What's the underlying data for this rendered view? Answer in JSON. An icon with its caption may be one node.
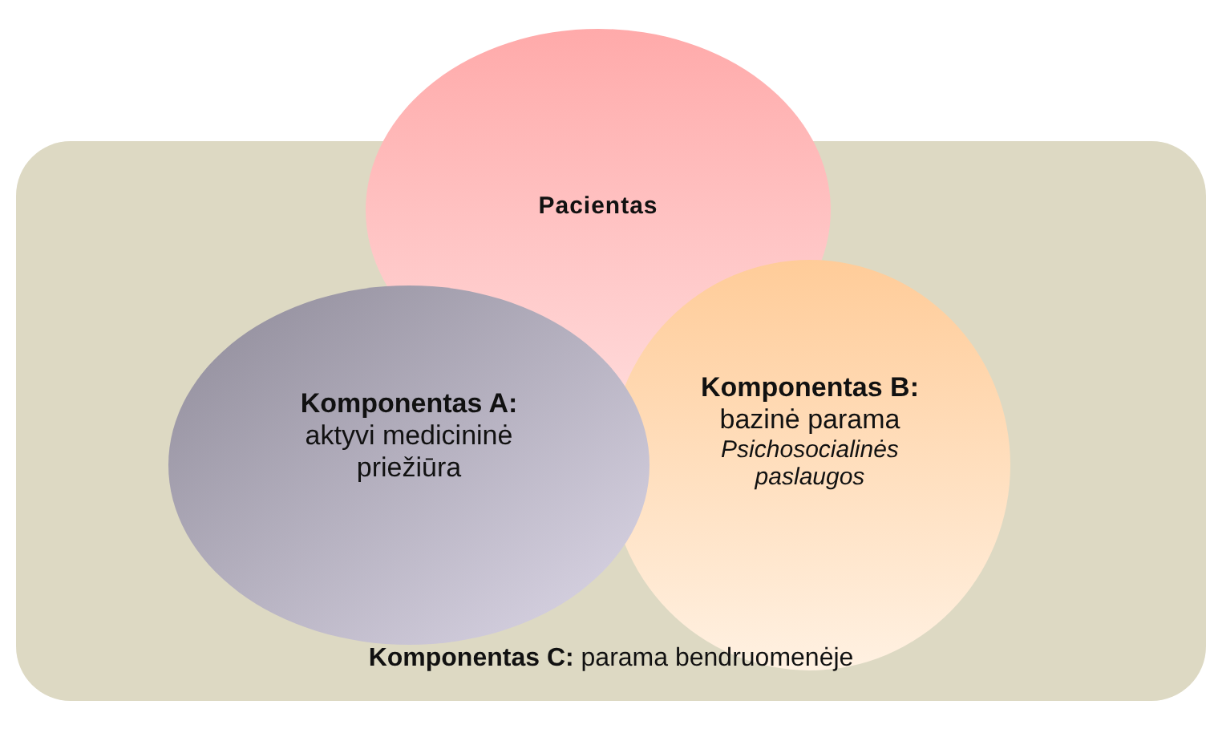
{
  "diagram": {
    "nodes": [
      {
        "text": [
          "**Komponentas C:** parama bendruomenėje"
        ]
      },
      {
        "text": [
          "Pacientas"
        ]
      },
      {
        "text": [
          "Komponentas A:",
          "aktyvi medicininė priežiūra"
        ],
        "in": 0
      },
      {
        "text": [
          "Komponentas B:",
          "bazinė parama",
          "Psichosocialinės paslaugos"
        ],
        "in": 0
      }
    ]
  }
}
